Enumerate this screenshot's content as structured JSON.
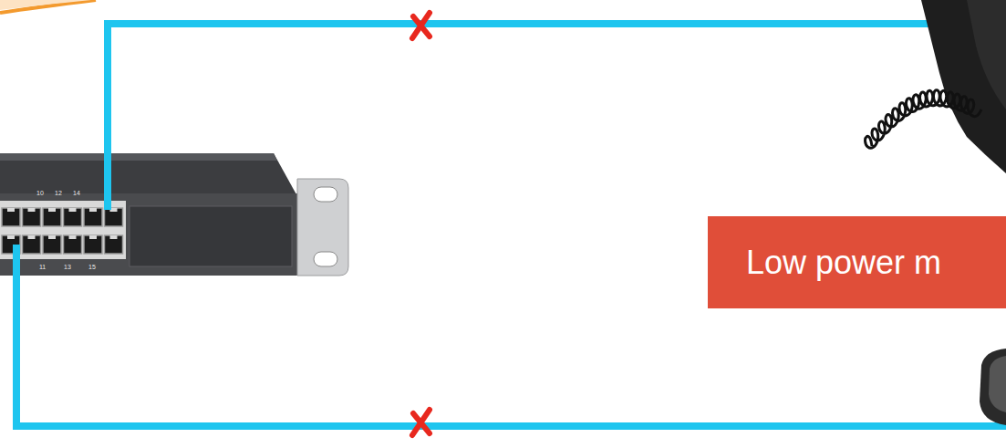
{
  "diagram": {
    "nodes": [
      {
        "text": [
          "Low power m"
        ]
      }
    ],
    "labels": [
      "10",
      "12",
      "14",
      "11",
      "13",
      "15"
    ]
  }
}
